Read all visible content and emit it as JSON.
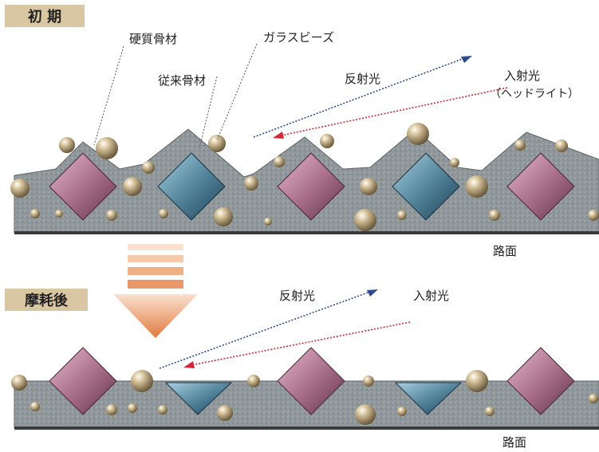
{
  "initial": {
    "tag": "初 期",
    "labels": {
      "hard_aggregate": "硬質骨材",
      "glass_beads": "ガラスビーズ",
      "conventional_aggregate": "従来骨材",
      "reflected_light": "反射光",
      "incident_light": "入射光",
      "headlight": "（ヘッドライト）",
      "road_surface": "路面"
    }
  },
  "worn": {
    "tag": "摩耗後",
    "labels": {
      "reflected_light": "反射光",
      "incident_light": "入射光",
      "road_surface": "路面"
    }
  },
  "colors": {
    "tag_bg": "#d9c6a2",
    "pavement": "#8f979a",
    "road": "#3a3a3a",
    "hard_aggregate": "#a56b85",
    "conventional_aggregate": "#4d7f96",
    "bead": "#b9a278",
    "reflected_ray": "#2b4b8f",
    "incident_ray": "#d0283a",
    "arrow": "#e07a3f"
  }
}
